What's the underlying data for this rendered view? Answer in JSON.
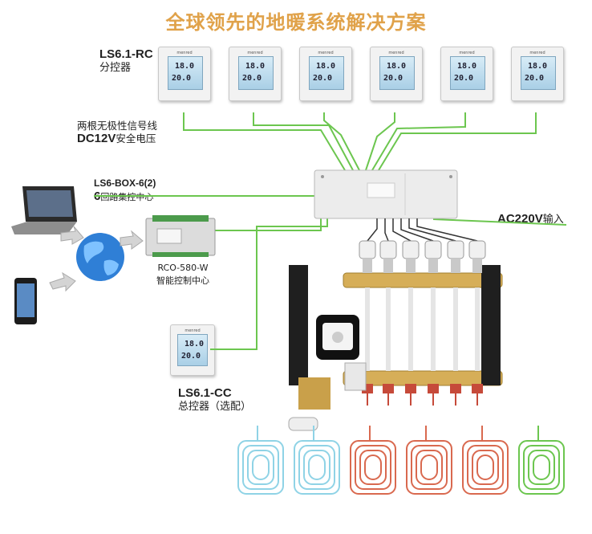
{
  "title": "全球领先的地暖系统解决方案",
  "room_controller": {
    "model": "LS6.1-RC",
    "name": "分控器"
  },
  "signal_line": {
    "line1": "两根无极性信号线",
    "line2_bold": "DC12V",
    "line2_rest": "安全电压"
  },
  "box": {
    "model": "LS6-BOX-6(2)",
    "desc_bold": "6",
    "desc_rest": "回路集控中心"
  },
  "power": {
    "bold": "AC220V",
    "rest": "输入"
  },
  "smart_center": {
    "model": "RCO-580-W",
    "name": "智能控制中心"
  },
  "master_controller": {
    "model": "LS6.1-CC",
    "name": "总控器（选配）"
  },
  "thermostat_display": {
    "brand": "menred",
    "set_temp": "18.0",
    "room_temp": "20.0"
  },
  "colors": {
    "title": "#e0a24a",
    "green_wire": "#6cc64f",
    "red_pipe": "#d9694f",
    "blue_pipe": "#8fd3e6"
  }
}
